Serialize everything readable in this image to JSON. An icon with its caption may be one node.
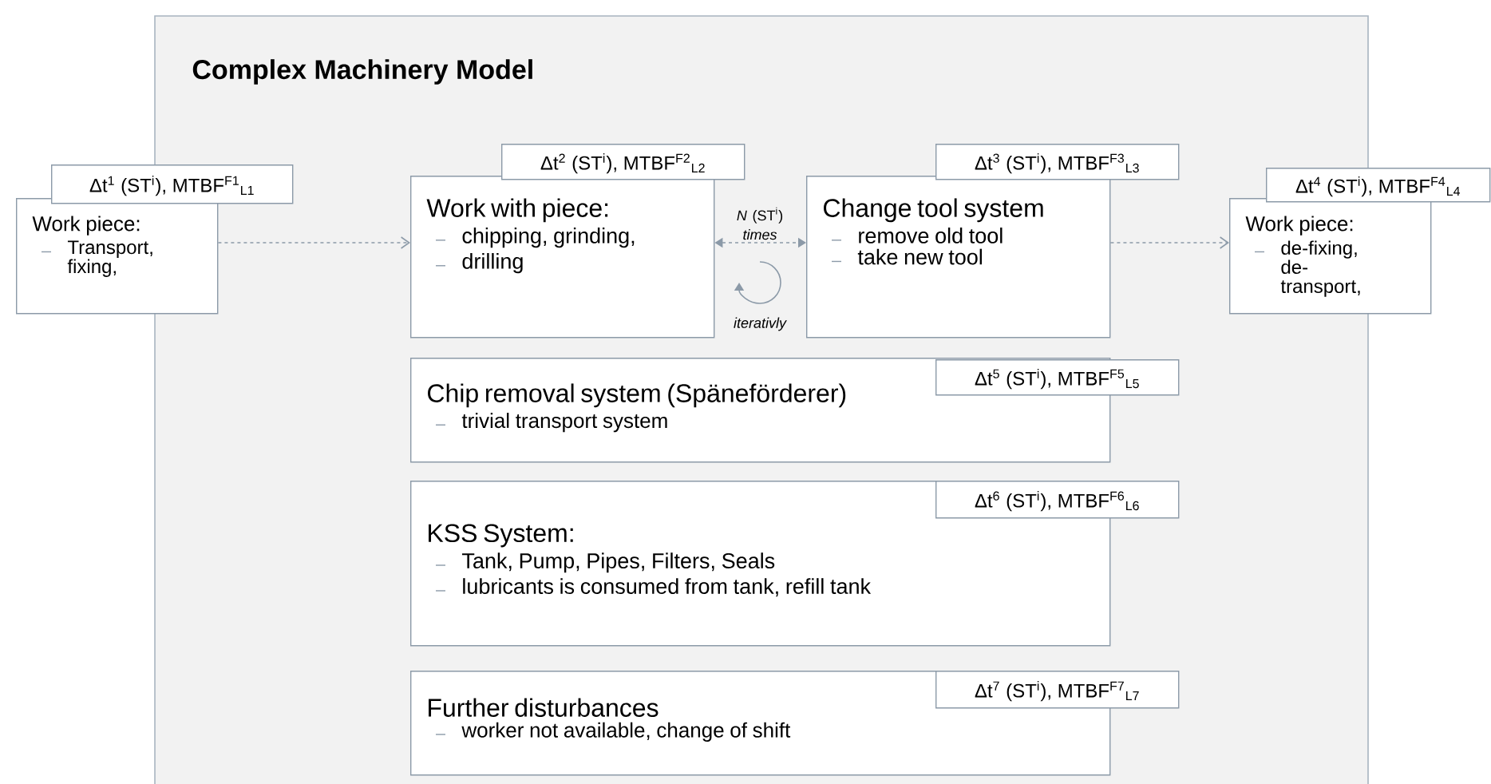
{
  "diagram": {
    "nodes": [
      {
        "text": [
          "Complex Machinery Model"
        ]
      },
      {
        "text": [
          "Δt$^{1}$ (ST$^{i}$), MTBF$^{F1}$$_{L1}$"
        ]
      },
      {
        "text": [
          "Work piece:",
          "Transport, fixing,"
        ]
      },
      {
        "text": [
          "Δt$^{2}$ (ST$^{i}$), MTBF$^{F2}$$_{L2}$"
        ],
        "in": 0
      },
      {
        "text": [
          "Work with piece:",
          "chipping, grinding,",
          "drilling"
        ],
        "in": 0
      },
      {
        "text": [
          "Δt$^{3}$ (ST$^{i}$), MTBF$^{F3}$$_{L3}$"
        ],
        "in": 0
      },
      {
        "text": [
          "Change tool system",
          "remove old tool",
          "take new tool"
        ],
        "in": 0
      },
      {
        "text": [
          "Δt$^{4}$ (ST$^{i}$), MTBF$^{F4}$$_{L4}$"
        ]
      },
      {
        "text": [
          "Work piece:",
          "de-fixing, de-transport,"
        ]
      },
      {
        "text": [
          "Δt$^{5}$ (ST$^{i}$), MTBF$^{F5}$$_{L5}$"
        ],
        "in": 0
      },
      {
        "text": [
          "Chip removal system (Späneförderer)",
          "trivial transport system"
        ],
        "in": 0
      },
      {
        "text": [
          "Δt$^{6}$ (ST$^{i}$), MTBF$^{F6}$$_{L6}$"
        ],
        "in": 0
      },
      {
        "text": [
          "KSS System:",
          "Tank, Pump, Pipes, Filters, Seals",
          "lubricants is consumed from tank, refill tank"
        ],
        "in": 0
      },
      {
        "text": [
          "Δt$^{7}$ (ST$^{i}$), MTBF$^{F7}$$_{L7}$"
        ],
        "in": 0
      },
      {
        "text": [
          "Further disturbances",
          "worker not available, change of shift"
        ],
        "in": 0
      }
    ],
    "edges": [
      {
        "from": 2,
        "to": 4,
        "arrow": "to",
        "style": "dashed"
      },
      {
        "from": 4,
        "to": 6,
        "arrow": "both",
        "style": "dashed",
        "label": "*N* (ST$^{i}$) *times*"
      },
      {
        "from": 6,
        "to": 8,
        "arrow": "to",
        "style": "dashed"
      }
    ],
    "labels": [
      "iterativly"
    ]
  }
}
